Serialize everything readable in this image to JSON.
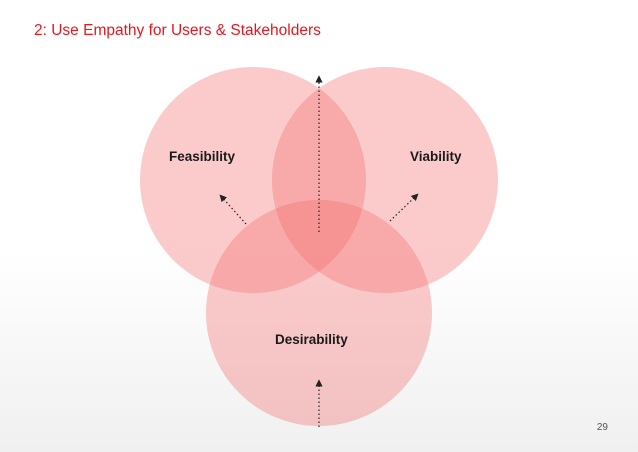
{
  "slide": {
    "title": "2: Use Empathy for Users & Stakeholders",
    "page_number": "29"
  },
  "diagram": {
    "type": "venn",
    "circles": [
      {
        "label": "Feasibility"
      },
      {
        "label": "Viability"
      },
      {
        "label": "Desirability"
      }
    ],
    "colors": {
      "title": "#e3181f",
      "circle_fill": "#f46a6a",
      "arrow": "#222222"
    }
  }
}
